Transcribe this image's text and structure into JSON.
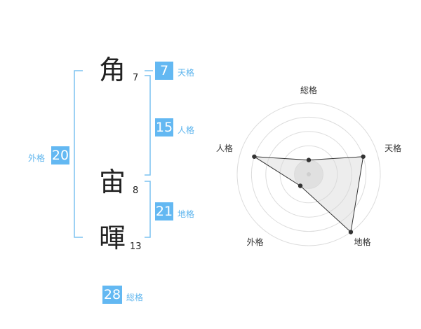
{
  "name": {
    "characters": [
      {
        "char": "角",
        "strokes": "7"
      },
      {
        "char": "宙",
        "strokes": "8"
      },
      {
        "char": "暉",
        "strokes": "13"
      }
    ]
  },
  "fortunes": {
    "tenkaku": {
      "value": "7",
      "label": "天格"
    },
    "jinkaku": {
      "value": "15",
      "label": "人格"
    },
    "chikaku": {
      "value": "21",
      "label": "地格"
    },
    "gaikaku": {
      "value": "20",
      "label": "外格"
    },
    "soukaku": {
      "value": "28",
      "label": "総格"
    }
  },
  "colors": {
    "accent": "#63b8f2",
    "bracket": "#7cc2f0"
  },
  "chart_data": {
    "type": "radar",
    "axes": [
      "総格",
      "天格",
      "地格",
      "外格",
      "人格"
    ],
    "values": [
      1,
      4,
      5,
      1,
      4
    ],
    "rmax": 5
  }
}
